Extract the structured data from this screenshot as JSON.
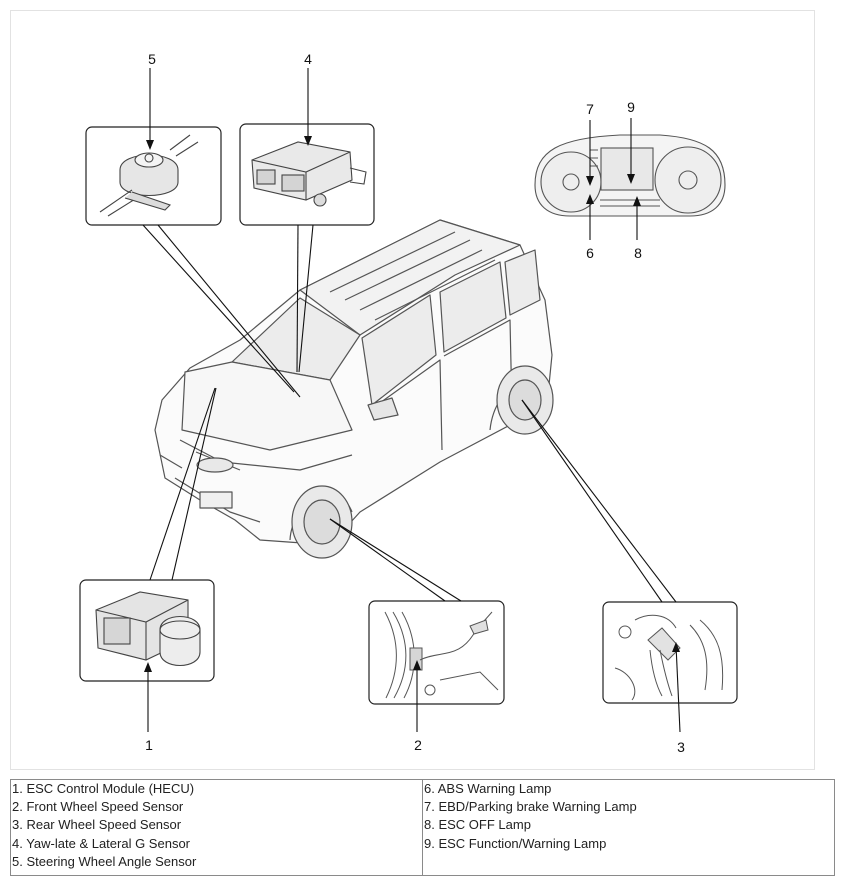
{
  "callouts": [
    "1",
    "2",
    "3",
    "4",
    "5",
    "6",
    "7",
    "8",
    "9"
  ],
  "legend": {
    "left": [
      "1. ESC Control Module (HECU)",
      "2. Front Wheel Speed Sensor",
      "3. Rear Wheel Speed Sensor",
      "4. Yaw-late & Lateral G Sensor",
      "5. Steering Wheel Angle Sensor"
    ],
    "right": [
      "6. ABS Warning Lamp",
      "7. EBD/Parking brake Warning Lamp",
      "8. ESC OFF Lamp",
      "9. ESC Function/Warning Lamp"
    ]
  },
  "colors": {
    "line": "#111111",
    "border": "#8a8a8a",
    "frame": "#e2e2e2"
  }
}
